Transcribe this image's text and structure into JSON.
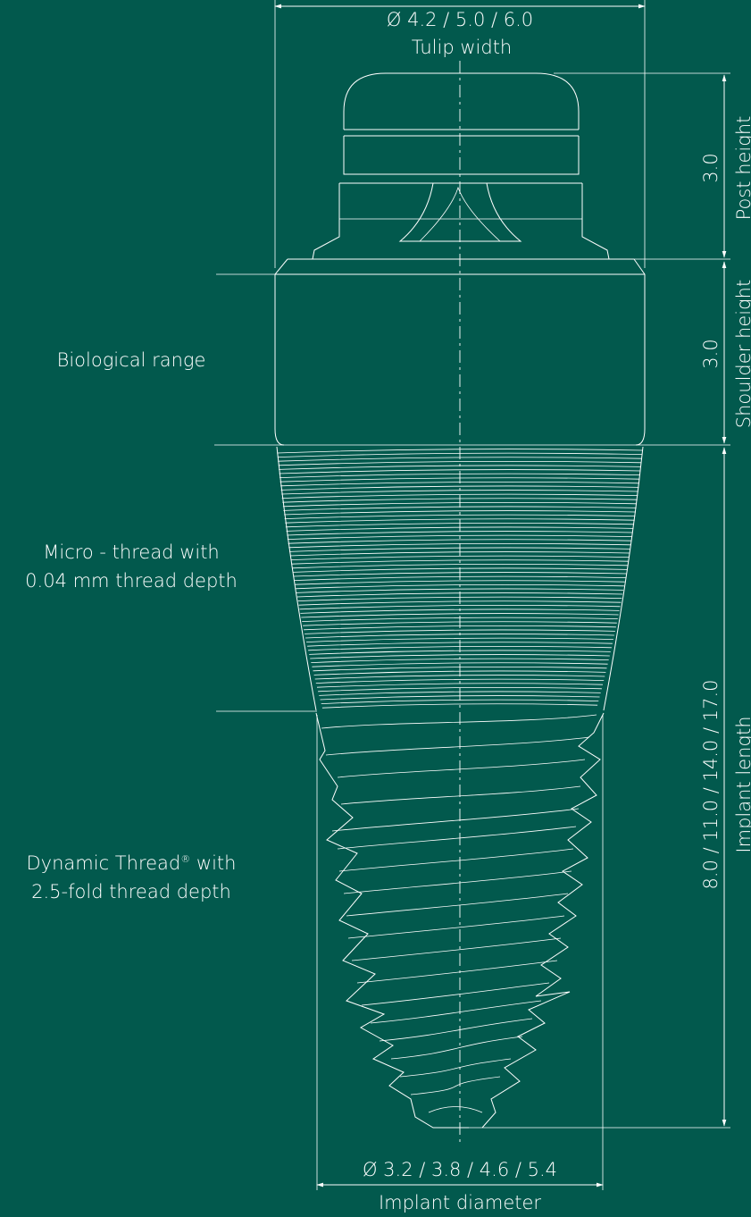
{
  "colors": {
    "background": "#02594d",
    "line": "#ffffff"
  },
  "labels": {
    "tulip_dims": "Ø 4.2 / 5.0 / 6.0",
    "tulip_width": "Tulip width",
    "post_value": "3.0",
    "post_height": "Post height",
    "shoulder_value": "3.0",
    "shoulder_height": "Shoulder height",
    "implant_length_values": "8.0 / 11.0 / 14.0 / 17.0",
    "implant_length": "Implant length",
    "biological_range": "Biological range",
    "micro_thread_line1": "Micro - thread with",
    "micro_thread_line2": "0.04 mm thread depth",
    "dynamic_thread_line1": "Dynamic Thread",
    "dynamic_thread_reg": "®",
    "dynamic_thread_line1_end": " with",
    "dynamic_thread_line2": "2.5-fold thread depth",
    "diameter_dims": "Ø 3.2 / 3.8 / 4.6 / 5.4",
    "implant_diameter": "Implant diameter"
  }
}
